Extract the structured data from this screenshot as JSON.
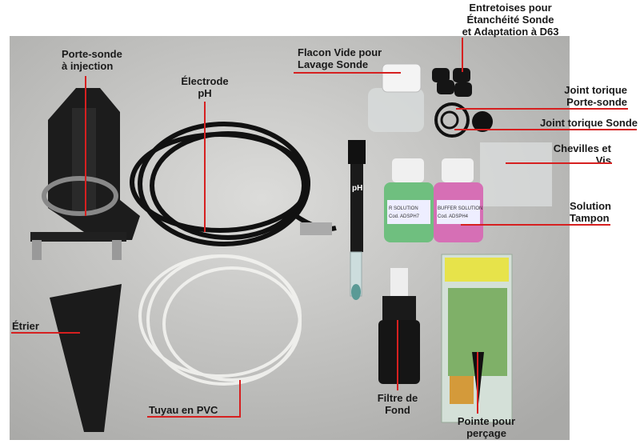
{
  "labels": {
    "entretoises": [
      "Entretoises pour",
      "Étanchéité Sonde",
      "et Adaptation à D63"
    ],
    "flacon": [
      "Flacon Vide pour",
      "Lavage Sonde"
    ],
    "porte_sonde": [
      "Porte-sonde",
      "à injection"
    ],
    "electrode": [
      "Électrode",
      "pH"
    ],
    "joint_porte": [
      "Joint torique",
      "Porte-sonde"
    ],
    "joint_sonde": "Joint torique Sonde",
    "chevilles": [
      "Chevilles et",
      "Vis"
    ],
    "solution": [
      "Solution",
      "Tampon"
    ],
    "etrier": "Étrier",
    "tuyau": "Tuyau en PVC",
    "filtre": [
      "Filtre de",
      "Fond"
    ],
    "pointe": [
      "Pointe pour",
      "perçage"
    ]
  },
  "product_text": {
    "electrode_tag": "pH",
    "bottle_green": [
      "R SOLUTION",
      "Cod. ADSPH7"
    ],
    "bottle_pink": [
      "BUFFER SOLUTION",
      "Cod. ADSPH4"
    ]
  },
  "colors": {
    "callout": "#d62020",
    "background": "#c9c9c7"
  }
}
